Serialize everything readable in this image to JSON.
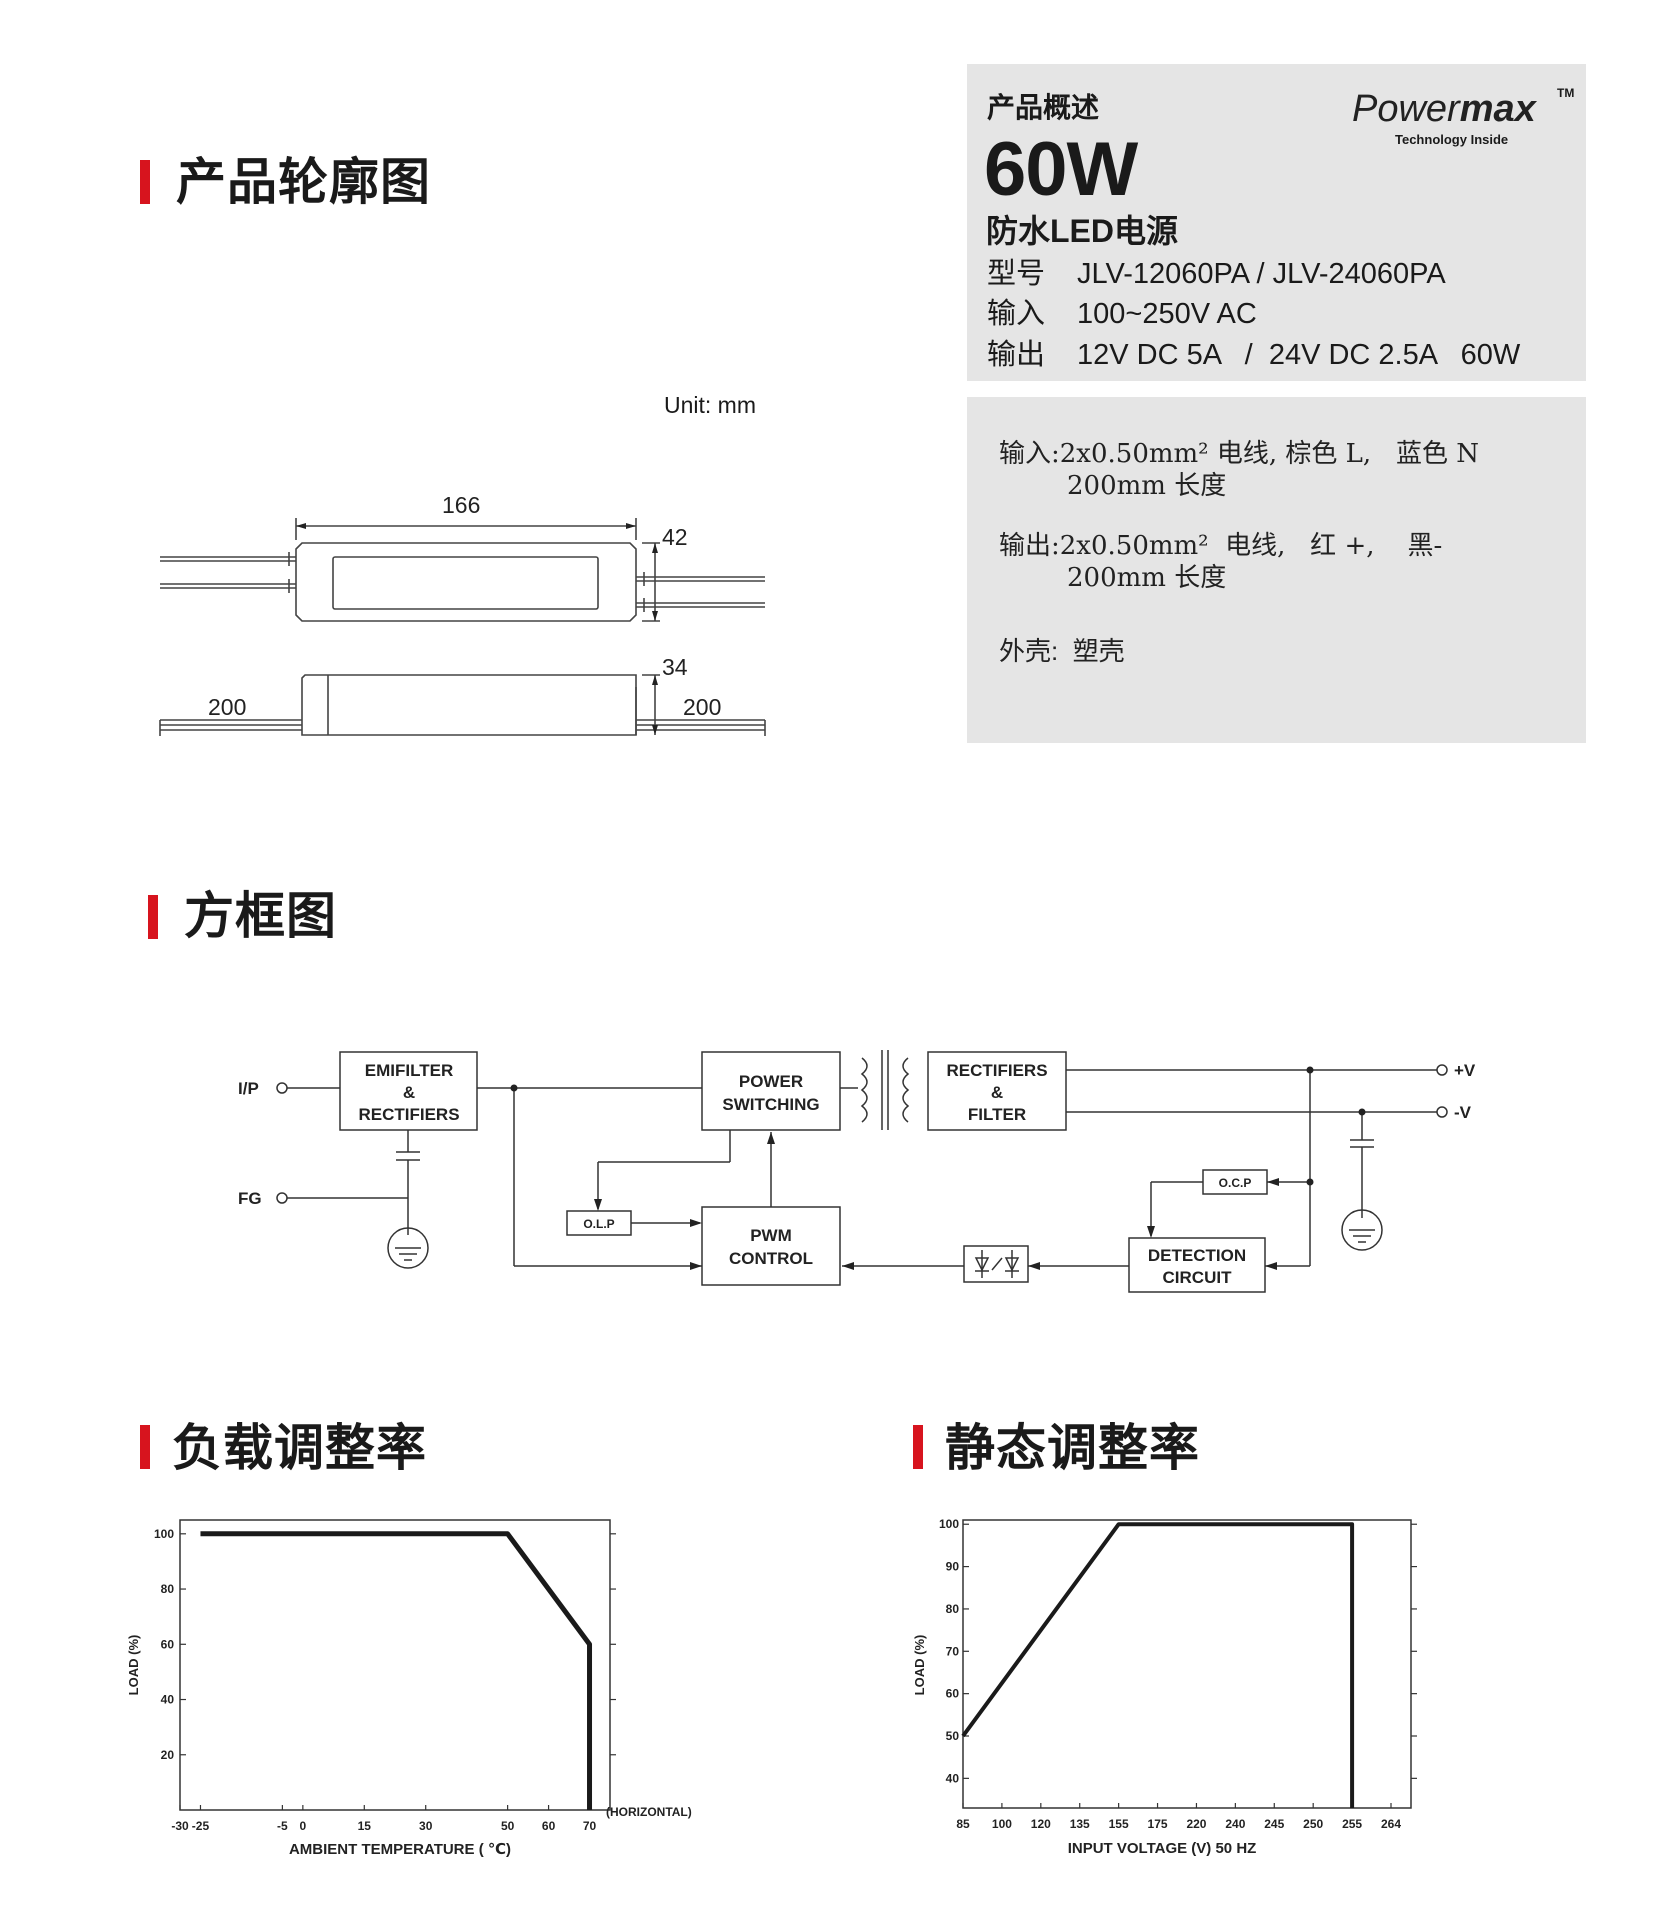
{
  "sections": {
    "outline": "产品轮廓图",
    "block": "方框图",
    "load": "负载调整率",
    "static": "静态调整率"
  },
  "overview": {
    "heading": "产品概述",
    "watt": "60W",
    "name": "防水LED电源",
    "rows": [
      {
        "label": "型号",
        "value": "JLV-12060PA  /  JLV-24060PA"
      },
      {
        "label": "输入",
        "value": "100~250V AC"
      },
      {
        "label": "输出",
        "value": "12V DC 5A   /  24V DC 2.5A   60W"
      }
    ],
    "brand_a": "Power",
    "brand_b": "max",
    "brand_tm": "TM",
    "brand_sub": "Technology Inside"
  },
  "specs": {
    "input_line1": "输入:2x0.50mm² 电线, 棕色 L,   蓝色 N",
    "input_line2": "200mm 长度",
    "output_line1": "输出:2x0.50mm²  电线,   红 +,    黑-",
    "output_line2": "200mm 长度",
    "shell": "外壳:  塑壳"
  },
  "drawing": {
    "unit": "Unit: mm",
    "length": "166",
    "width": "42",
    "height": "34",
    "wire_left": "200",
    "wire_right": "200"
  },
  "block_diagram": {
    "ip": "I/P",
    "fg": "FG",
    "emi_1": "EMIFILTER",
    "emi_2": "&",
    "emi_3": "RECTIFIERS",
    "power_1": "POWER",
    "power_2": "SWITCHING",
    "rect_1": "RECTIFIERS",
    "rect_2": "&",
    "rect_3": "FILTER",
    "pwm_1": "PWM",
    "pwm_2": "CONTROL",
    "olp": "O.L.P",
    "ocp": "O.C.P",
    "det_1": "DETECTION",
    "det_2": "CIRCUIT",
    "vplus": "+V",
    "vminus": "-V"
  },
  "chart_data": [
    {
      "type": "line",
      "x": [
        -25,
        50,
        70,
        70
      ],
      "y": [
        100,
        100,
        60,
        0
      ],
      "xticks": [
        "-30",
        "-25",
        "-5",
        "0",
        "15",
        "30",
        "50",
        "60",
        "70"
      ],
      "xtick_values": [
        -30,
        -25,
        -5,
        0,
        15,
        30,
        50,
        60,
        70
      ],
      "yticks": [
        "100",
        "80",
        "60",
        "40",
        "20"
      ],
      "ytick_values": [
        100,
        80,
        60,
        40,
        20
      ],
      "xlabel": "AMBIENT TEMPERATURE ( ℃)",
      "ylabel": "LOAD (%)",
      "x_note": "(HORIZONTAL)",
      "ylim": [
        0,
        105
      ]
    },
    {
      "type": "line",
      "x": [
        85,
        155,
        255,
        255
      ],
      "y": [
        50,
        100,
        100,
        33
      ],
      "xticks": [
        "85",
        "100",
        "120",
        "135",
        "155",
        "175",
        "220",
        "240",
        "245",
        "250",
        "255",
        "264"
      ],
      "yticks": [
        "100",
        "90",
        "80",
        "70",
        "60",
        "50",
        "40"
      ],
      "ytick_values": [
        100,
        90,
        80,
        70,
        60,
        50,
        40
      ],
      "xlabel": "INPUT VOLTAGE  (V)  50 HZ",
      "ylabel": "LOAD (%)",
      "ylim": [
        33,
        101
      ]
    }
  ]
}
